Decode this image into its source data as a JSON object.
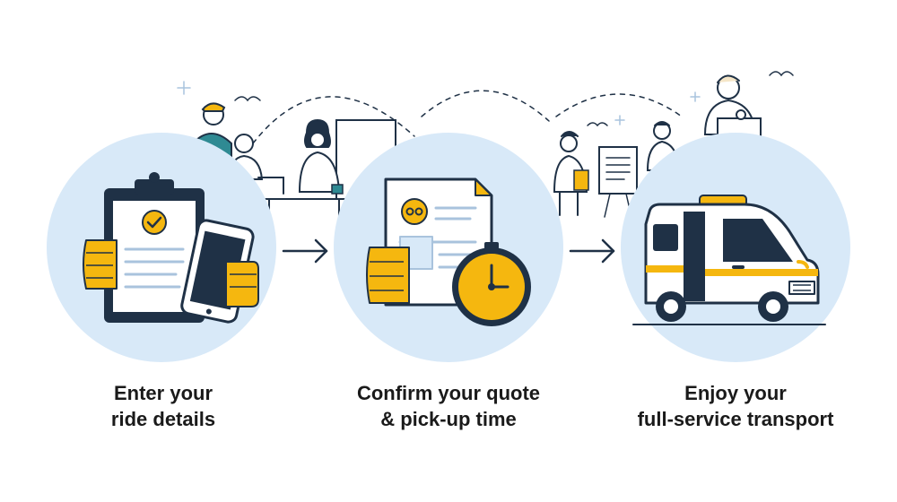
{
  "colors": {
    "navy": "#1f3146",
    "yellow": "#f5b70f",
    "circle": "#d8e9f8",
    "paper": "#ffffff",
    "line": "#a9c3dd"
  },
  "steps": [
    {
      "line1": "Enter your",
      "line2": "ride details",
      "icon": "clipboard-phone-icon"
    },
    {
      "line1": "Confirm your quote",
      "line2": "& pick-up time",
      "icon": "document-clock-icon"
    },
    {
      "line1": "Enjoy your",
      "line2": "full-service transport",
      "icon": "van-icon"
    }
  ],
  "connectors": [
    "arrow-right-icon",
    "arrow-right-icon"
  ]
}
